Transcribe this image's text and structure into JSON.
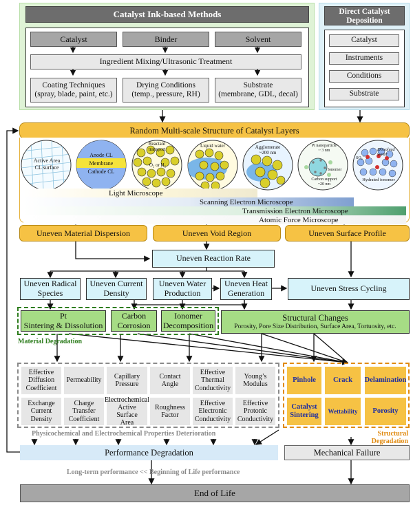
{
  "ink_panel": {
    "title": "Catalyst Ink-based Methods",
    "ingredients": [
      "Catalyst",
      "Binder",
      "Solvent"
    ],
    "mixing": "Ingredient Mixing/Ultrasonic Treatment",
    "steps": [
      {
        "line1": "Coating Techniques",
        "line2": "(spray, blade, paint, etc.)"
      },
      {
        "line1": "Drying Conditions",
        "line2": "(temp., pressure, RH)"
      },
      {
        "line1": "Substrate",
        "line2": "(membrane, GDL, decal)"
      }
    ]
  },
  "direct_panel": {
    "title_line1": "Direct Catalyst",
    "title_line2": "Deposition",
    "items": [
      "Catalyst",
      "Instruments",
      "Conditions",
      "Substrate"
    ]
  },
  "structure_bar": "Random  Multi-scale Structure of Catalyst Layers",
  "images": [
    {
      "t1": "Active Area",
      "t2": "CL surface"
    },
    {
      "t1": "Anode CL",
      "t2": "Membrane",
      "t3": "Cathode CL"
    },
    {
      "t1": "Reactant",
      "t2": "transport",
      "t3": "O₂ or H₂"
    },
    {
      "t1": "Liquid water"
    },
    {
      "t1": "Agglomerate",
      "t2": "~200 nm"
    },
    {
      "t1": "Pt nanoparticle",
      "t2": "~ 3 nm",
      "t3": "Ionomer",
      "t4": "Carbon support",
      "t5": "~20 nm"
    },
    {
      "t1": "Dissolved water",
      "t2": "SO₃⁻",
      "t3": "Hydrated ionomer"
    }
  ],
  "microscopy": [
    "Light Microscope",
    "Scanning Electron Microscope",
    "Transmission Electron Microscope",
    "Atomic Force Microscope"
  ],
  "uneven_top": [
    "Uneven Material Dispersion",
    "Uneven Void Region",
    "Uneven Surface Profile"
  ],
  "reaction_rate": "Uneven Reaction Rate",
  "uneven_row": [
    {
      "l1": "Uneven Radical",
      "l2": "Species"
    },
    {
      "l1": "Uneven Current",
      "l2": "Density"
    },
    {
      "l1": "Uneven Water",
      "l2": "Production"
    },
    {
      "l1": "Uneven Heat",
      "l2": "Generation"
    }
  ],
  "stress": "Uneven Stress Cycling",
  "degradation": [
    {
      "l1": "Pt",
      "l2": "Sintering & Dissolution"
    },
    {
      "l1": "Carbon",
      "l2": "Corrosion"
    },
    {
      "l1": "Ionomer",
      "l2": "Decomposition"
    }
  ],
  "material_label": "Material Degradation",
  "structural_changes": {
    "title": "Structural Changes",
    "detail": "Porosity, Pore Size Distribution, Surface Area, Tortuosity, etc."
  },
  "properties": [
    {
      "l1": "Effective",
      "l2": "Diffusion",
      "l3": "Coefficient"
    },
    {
      "l1": "Permeability"
    },
    {
      "l1": "Capillary",
      "l2": "Pressure"
    },
    {
      "l1": "Contact",
      "l2": "Angle"
    },
    {
      "l1": "Effective",
      "l2": "Thermal",
      "l3": "Conductivity"
    },
    {
      "l1": "Young’s",
      "l2": "Modulus"
    },
    {
      "l1": "Exchange",
      "l2": "Current",
      "l3": "Density"
    },
    {
      "l1": "Charge",
      "l2": "Transfer",
      "l3": "Coefficient"
    },
    {
      "l1": "Electrochemical",
      "l2": "Active Surface",
      "l3": "Area"
    },
    {
      "l1": "Roughness",
      "l2": "Factor"
    },
    {
      "l1": "Effective",
      "l2": "Electronic",
      "l3": "Conductivity"
    },
    {
      "l1": "Effective",
      "l2": "Protonic",
      "l3": "Conductivity"
    }
  ],
  "properties_label": "Physicochemical and Electrochemical Properties Deterioration",
  "structural_items": [
    {
      "l1": "Pinhole"
    },
    {
      "l1": "Crack"
    },
    {
      "l1": "Delamination"
    },
    {
      "l1": "Catalyst",
      "l2": "Sintering"
    },
    {
      "l1": "Wettability"
    },
    {
      "l1": "Porosity"
    }
  ],
  "structural_label": "Structural Degradation",
  "performance": "Performance Degradation",
  "mechanical": "Mechanical Failure",
  "longterm": "Long-term performance << Beginning of Life performance",
  "end": "End of Life",
  "colors": {
    "ink_panel": "#dff3d6",
    "direct_panel": "#dff1f8",
    "orange": "#f6c244",
    "cyan": "#d7f3fa",
    "green": "#a6dc85",
    "material_label": "#2e7d1e",
    "structural_label": "#e08a10",
    "structural_text": "#1f2fa0"
  }
}
